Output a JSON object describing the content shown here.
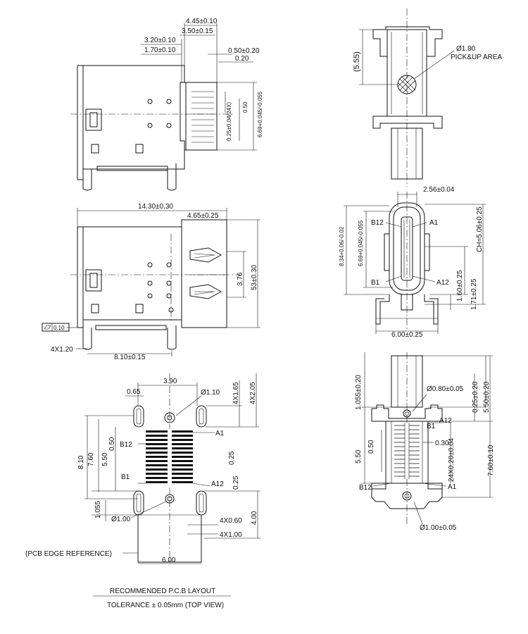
{
  "views": {
    "side_top": {
      "dims": [
        "4.45±0.10",
        "3.50±0.15",
        "3.20±0.10",
        "1.70±0.10",
        "0.50±0.20",
        "0.20",
        "0.25±0.04(24X)",
        "0.50",
        "6.69+0.045/-0.055"
      ]
    },
    "end_top": {
      "dims": [
        "(5.55)",
        "Ø1.80",
        "PICK&UP AREA"
      ]
    },
    "side_mid": {
      "dims": [
        "14.30±0.30",
        "4.65±0.25",
        "3.76",
        "53±0.30",
        "0.10",
        "4X1.20",
        "8.10±0.15"
      ]
    },
    "front": {
      "dims": [
        "2.56±0.04",
        "B12",
        "A1",
        "B1",
        "A12",
        "CH=5.06±0.25",
        "8.34+0.06/-0.02",
        "6.69+0.045/-0.055",
        "1.60±0.25",
        "1.71±0.25",
        "6.00±0.25"
      ]
    },
    "pcb": {
      "dims": [
        "3.90",
        "0.65",
        "Ø1.10",
        "4X1.65",
        "4X2.05",
        "A1",
        "B12",
        "0.50",
        "8.10",
        "7.60",
        "5.50",
        "0.25",
        "B1",
        "A12",
        "0.25",
        "1.055",
        "Ø1.00",
        "4X0.60",
        "4X1.00",
        "4.00",
        "(PCB EDGE REFERENCE)",
        "6.00"
      ]
    },
    "bottom": {
      "dims": [
        "1.055±0.20",
        "Ø0.80±0.05",
        "0.25±0.20",
        "5.50±0.20",
        "A12",
        "B1",
        "0.50",
        "5.50",
        "0.30",
        "24X0.20±0.04",
        "7.60±0.10",
        "B12",
        "A1",
        "Ø1.00±0.05"
      ]
    }
  },
  "notes": {
    "title": "RECOMMENDED P.C.B LAYOUT",
    "tolerance": "TOLERANCE ± 0.05mm (TOP VIEW)"
  }
}
